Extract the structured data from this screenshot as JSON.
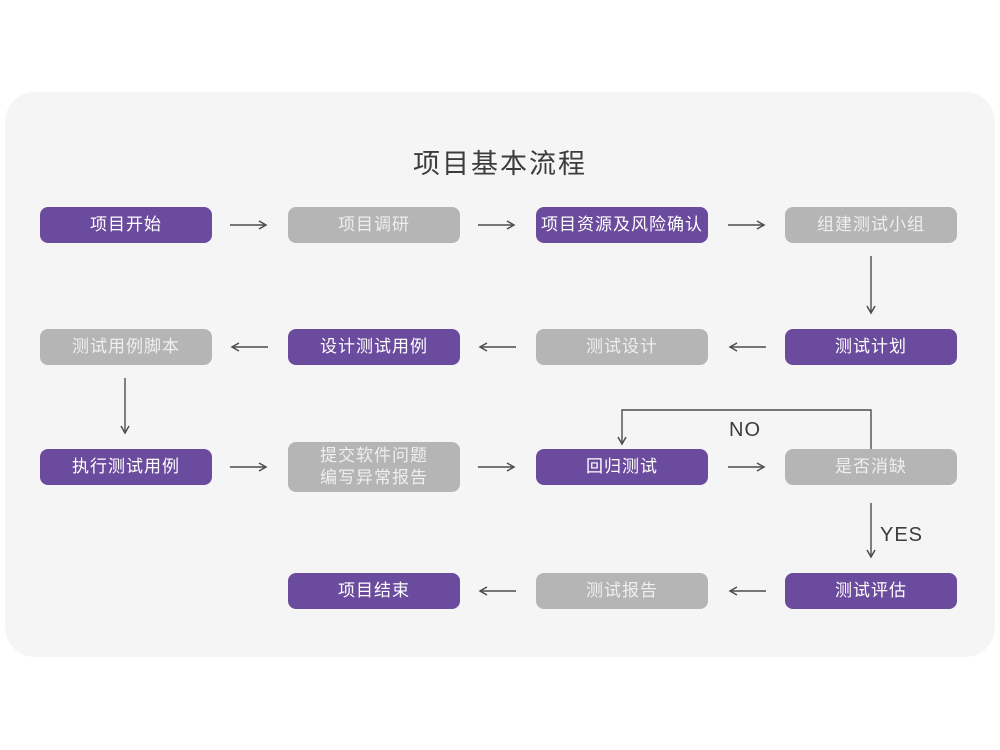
{
  "title": "项目基本流程",
  "colors": {
    "purple": "#6b4b9d",
    "gray": "#b5b5b5",
    "card_bg": "#f5f5f6",
    "arrow": "#4d4d4d",
    "text_on_purple": "#ffffff",
    "text_on_gray": "#efefef",
    "title_color": "#3c3c3c"
  },
  "edge_labels": {
    "no": "NO",
    "yes": "YES"
  },
  "nodes": [
    {
      "id": "start",
      "label": "项目开始",
      "variant": "purple",
      "col": 0,
      "row": 0
    },
    {
      "id": "research",
      "label": "项目调研",
      "variant": "gray",
      "col": 1,
      "row": 0
    },
    {
      "id": "risk",
      "label": "项目资源及风险确认",
      "variant": "purple",
      "col": 2,
      "row": 0
    },
    {
      "id": "team",
      "label": "组建测试小组",
      "variant": "gray",
      "col": 3,
      "row": 0
    },
    {
      "id": "plan",
      "label": "测试计划",
      "variant": "purple",
      "col": 3,
      "row": 1
    },
    {
      "id": "design",
      "label": "测试设计",
      "variant": "gray",
      "col": 2,
      "row": 1
    },
    {
      "id": "case-design",
      "label": "设计测试用例",
      "variant": "purple",
      "col": 1,
      "row": 1
    },
    {
      "id": "case-script",
      "label": "测试用例脚本",
      "variant": "gray",
      "col": 0,
      "row": 1
    },
    {
      "id": "execute",
      "label": "执行测试用例",
      "variant": "purple",
      "col": 0,
      "row": 2
    },
    {
      "id": "report-issue",
      "label": "提交软件问题\n编写异常报告",
      "variant": "gray",
      "col": 1,
      "row": 2
    },
    {
      "id": "regression",
      "label": "回归测试",
      "variant": "purple",
      "col": 2,
      "row": 2
    },
    {
      "id": "defect-check",
      "label": "是否消缺",
      "variant": "gray",
      "col": 3,
      "row": 2
    },
    {
      "id": "evaluate",
      "label": "测试评估",
      "variant": "purple",
      "col": 3,
      "row": 3
    },
    {
      "id": "test-report",
      "label": "测试报告",
      "variant": "gray",
      "col": 2,
      "row": 3
    },
    {
      "id": "end",
      "label": "项目结束",
      "variant": "purple",
      "col": 1,
      "row": 3
    }
  ],
  "edges": [
    {
      "from": "start",
      "to": "research"
    },
    {
      "from": "research",
      "to": "risk"
    },
    {
      "from": "risk",
      "to": "team"
    },
    {
      "from": "team",
      "to": "plan"
    },
    {
      "from": "plan",
      "to": "design"
    },
    {
      "from": "design",
      "to": "case-design"
    },
    {
      "from": "case-design",
      "to": "case-script"
    },
    {
      "from": "case-script",
      "to": "execute"
    },
    {
      "from": "execute",
      "to": "report-issue"
    },
    {
      "from": "report-issue",
      "to": "regression"
    },
    {
      "from": "regression",
      "to": "defect-check"
    },
    {
      "from": "defect-check",
      "to": "regression",
      "label": "NO"
    },
    {
      "from": "defect-check",
      "to": "evaluate",
      "label": "YES"
    },
    {
      "from": "evaluate",
      "to": "test-report"
    },
    {
      "from": "test-report",
      "to": "end"
    }
  ]
}
